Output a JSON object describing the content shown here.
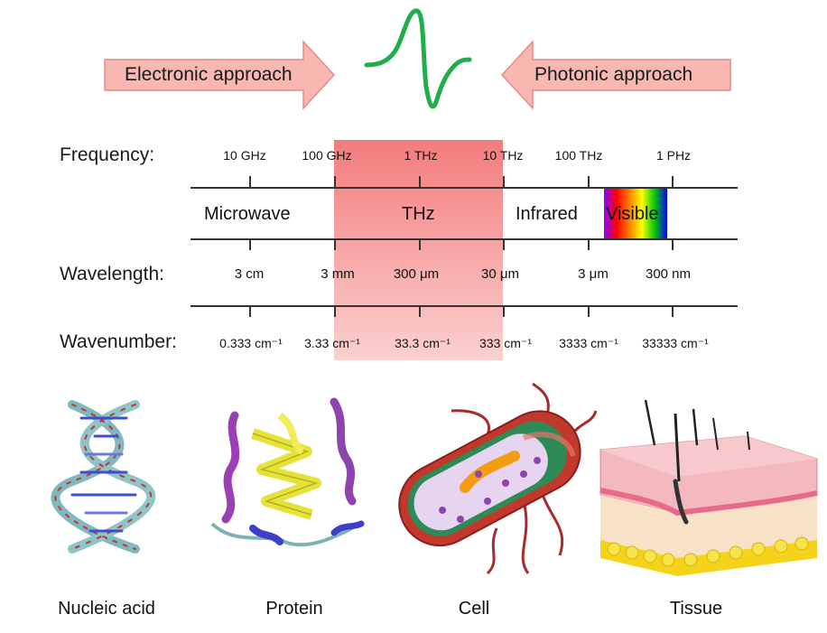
{
  "arrows": {
    "electronic": "Electronic approach",
    "photonic": "Photonic approach"
  },
  "rows": {
    "frequency": "Frequency:",
    "wavelength": "Wavelength:",
    "wavenumber": "Wavenumber:"
  },
  "frequency_ticks": [
    "10 GHz",
    "100 GHz",
    "1 THz",
    "10 THz",
    "100 THz",
    "1 PHz"
  ],
  "wavelength_ticks": [
    "3 cm",
    "3 mm",
    "300 μm",
    "30 μm",
    "3 μm",
    "300 nm"
  ],
  "wavenumber_ticks": [
    "0.333 cm⁻¹",
    "3.33 cm⁻¹",
    "33.3 cm⁻¹",
    "333 cm⁻¹",
    "3333 cm⁻¹",
    "33333 cm⁻¹"
  ],
  "bands": {
    "microwave": "Microwave",
    "thz": "THz",
    "infrared": "Infrared",
    "visible": "Visible"
  },
  "captions": [
    "Nucleic acid",
    "Protein",
    "Cell",
    "Tissue"
  ],
  "colors": {
    "arrow_fill": "#f8b7b1",
    "arrow_stroke": "#e58a84",
    "pulse": "#1fae4a",
    "thz_top": "#f47c7c",
    "thz_bottom": "#fbd0d0"
  }
}
